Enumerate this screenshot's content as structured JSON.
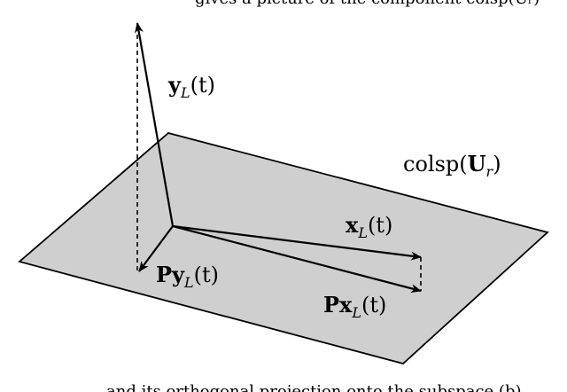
{
  "colors": {
    "plane_fill": "#cfcfcf",
    "stroke": "#000000",
    "background": "#ffffff"
  },
  "labels": {
    "top_fragment": "gives a picture of the component colsp(Uᵣ)",
    "y": {
      "bold": "y",
      "sub": "L",
      "arg": "(t)"
    },
    "colsp": {
      "pre": "colsp(",
      "bold": "U",
      "sub": "r",
      "post": ")"
    },
    "x": {
      "bold": "x",
      "sub": "L",
      "arg": "(t)"
    },
    "py": {
      "bold": "Py",
      "sub": "L",
      "arg": "(t)"
    },
    "px": {
      "bold": "Px",
      "sub": "L",
      "arg": "(t)"
    },
    "bottom_fragment": "and its orthogonal projection onto the subspace (b)"
  }
}
